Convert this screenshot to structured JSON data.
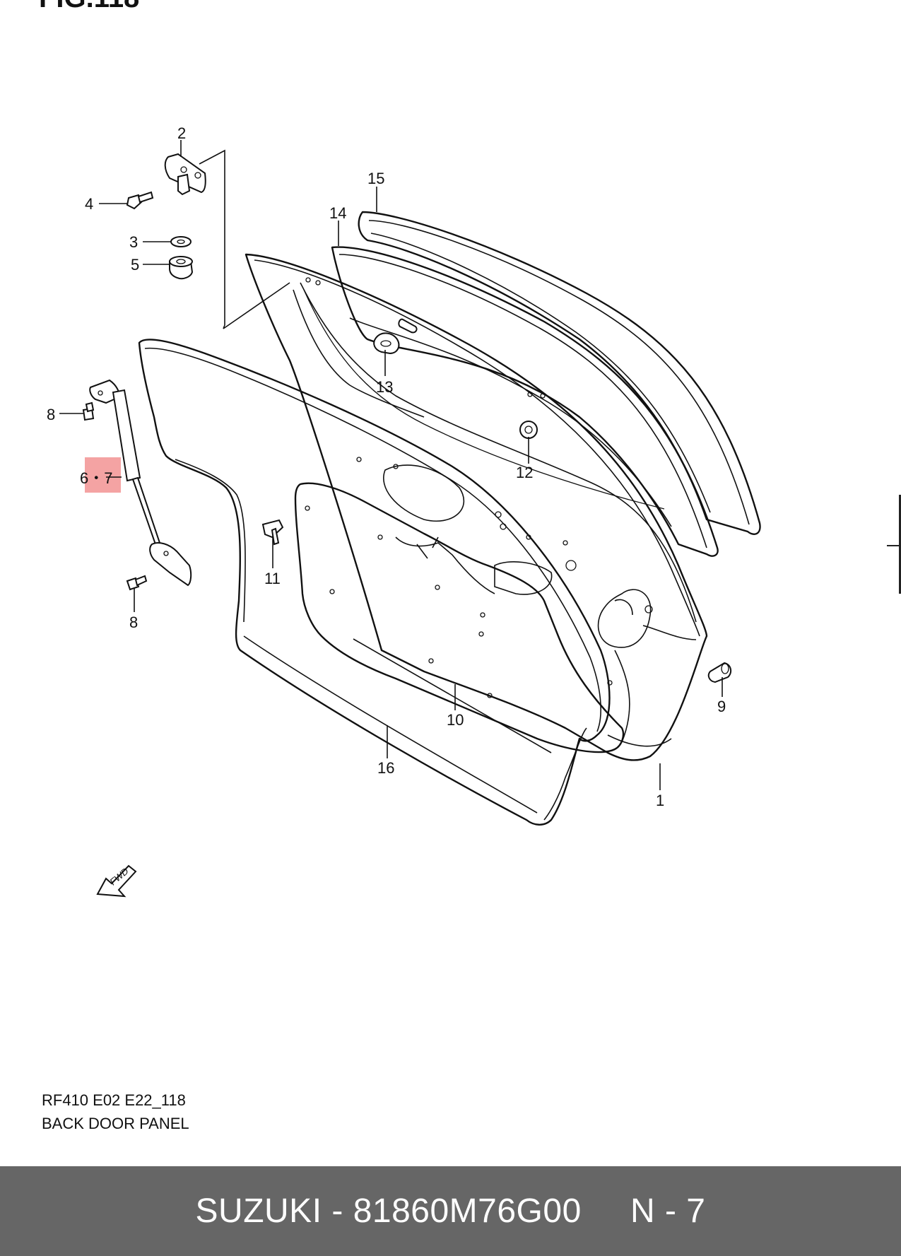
{
  "figure": {
    "title": "FIG.118"
  },
  "callouts": {
    "c1": "1",
    "c2": "2",
    "c3": "3",
    "c4": "4",
    "c5": "5",
    "c67": "6・7",
    "c8a": "8",
    "c8b": "8",
    "c9": "9",
    "c10": "10",
    "c11": "11",
    "c12": "12",
    "c13": "13",
    "c14": "14",
    "c15": "15",
    "c16": "16"
  },
  "fwd_badge": "FWD",
  "highlight_color": "#f4a3a3",
  "caption": {
    "code": "RF410 E02 E22_118",
    "name": "BACK DOOR PANEL"
  },
  "footer": {
    "text": "SUZUKI - 81860M76G00     N - 7",
    "background": "#666666"
  }
}
